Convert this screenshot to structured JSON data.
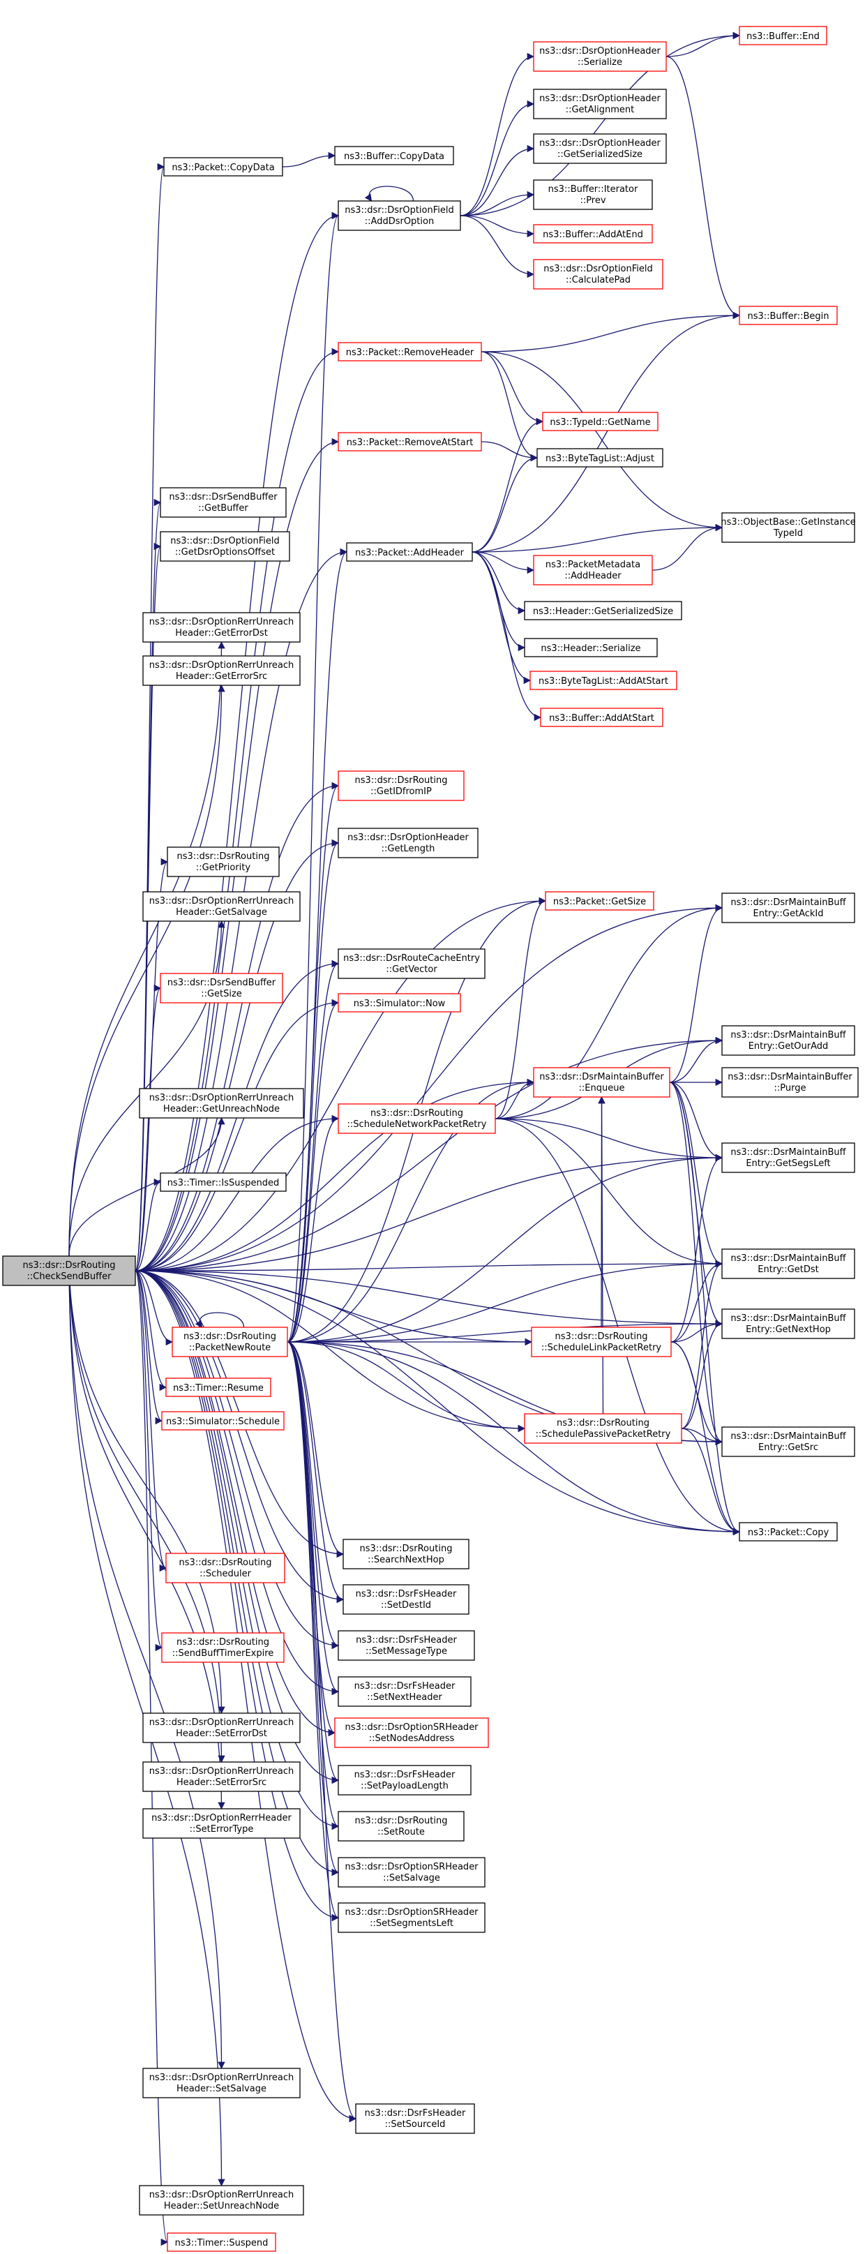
{
  "colors": {
    "edge": "#191970",
    "linked_border": "#000000",
    "external_border": "#ff0000",
    "root_fill": "#bfbfbf"
  },
  "nodes": {
    "root": [
      "ns3::dsr::DsrRouting",
      "::CheckSendBuffer"
    ],
    "copydata": [
      "ns3::Packet::CopyData"
    ],
    "buf_copydata": [
      "ns3::Buffer::CopyData"
    ],
    "adddsroption": [
      "ns3::dsr::DsrOptionField",
      "::AddDsrOption"
    ],
    "serialize_opt": [
      "ns3::dsr::DsrOptionHeader",
      "::Serialize"
    ],
    "buf_end": [
      "ns3::Buffer::End"
    ],
    "getalignment": [
      "ns3::dsr::DsrOptionHeader",
      "::GetAlignment"
    ],
    "getserializedsize_opt": [
      "ns3::dsr::DsrOptionHeader",
      "::GetSerializedSize"
    ],
    "iter_prev": [
      "ns3::Buffer::Iterator",
      "::Prev"
    ],
    "addatend": [
      "ns3::Buffer::AddAtEnd"
    ],
    "calculatepad": [
      "ns3::dsr::DsrOptionField",
      "::CalculatePad"
    ],
    "removeheader": [
      "ns3::Packet::RemoveHeader"
    ],
    "buf_begin": [
      "ns3::Buffer::Begin"
    ],
    "typeid_getname": [
      "ns3::TypeId::GetName"
    ],
    "removeatstart": [
      "ns3::Packet::RemoveAtStart"
    ],
    "bytetaglist_adjust": [
      "ns3::ByteTagList::Adjust"
    ],
    "sb_getbuffer": [
      "ns3::dsr::DsrSendBuffer",
      "::GetBuffer"
    ],
    "getinstancetypeid": [
      "ns3::ObjectBase::GetInstance",
      "TypeId"
    ],
    "getdsroptionsoffset": [
      "ns3::dsr::DsrOptionField",
      "::GetDsrOptionsOffset"
    ],
    "addheader": [
      "ns3::Packet::AddHeader"
    ],
    "pm_addheader": [
      "ns3::PacketMetadata",
      "::AddHeader"
    ],
    "rerr_geterrordst": [
      "ns3::dsr::DsrOptionRerrUnreach",
      "Header::GetErrorDst"
    ],
    "hdr_getserializedsize": [
      "ns3::Header::GetSerializedSize"
    ],
    "rerr_geterrorsrc": [
      "ns3::dsr::DsrOptionRerrUnreach",
      "Header::GetErrorSrc"
    ],
    "hdr_serialize": [
      "ns3::Header::Serialize"
    ],
    "btl_addatstart": [
      "ns3::ByteTagList::AddAtStart"
    ],
    "buf_addatstart": [
      "ns3::Buffer::AddAtStart"
    ],
    "getidfromip": [
      "ns3::dsr::DsrRouting",
      "::GetIDfromIP"
    ],
    "opt_getlength": [
      "ns3::dsr::DsrOptionHeader",
      "::GetLength"
    ],
    "getpriority": [
      "ns3::dsr::DsrRouting",
      "::GetPriority"
    ],
    "pkt_getsize": [
      "ns3::Packet::GetSize"
    ],
    "mb_getackid": [
      "ns3::dsr::DsrMaintainBuff",
      "Entry::GetAckId"
    ],
    "rerr_getsalvage": [
      "ns3::dsr::DsrOptionRerrUnreach",
      "Header::GetSalvage"
    ],
    "rce_getvector": [
      "ns3::dsr::DsrRouteCacheEntry",
      "::GetVector"
    ],
    "sb_getsize": [
      "ns3::dsr::DsrSendBuffer",
      "::GetSize"
    ],
    "sim_now": [
      "ns3::Simulator::Now"
    ],
    "mb_getouradd": [
      "ns3::dsr::DsrMaintainBuff",
      "Entry::GetOurAdd"
    ],
    "mb_enqueue": [
      "ns3::dsr::DsrMaintainBuffer",
      "::Enqueue"
    ],
    "mb_purge": [
      "ns3::dsr::DsrMaintainBuffer",
      "::Purge"
    ],
    "rerr_getunreachnode": [
      "ns3::dsr::DsrOptionRerrUnreach",
      "Header::GetUnreachNode"
    ],
    "schednetretry": [
      "ns3::dsr::DsrRouting",
      "::ScheduleNetworkPacketRetry"
    ],
    "mb_getsegsleft": [
      "ns3::dsr::DsrMaintainBuff",
      "Entry::GetSegsLeft"
    ],
    "timer_issuspended": [
      "ns3::Timer::IsSuspended"
    ],
    "mb_getdst": [
      "ns3::dsr::DsrMaintainBuff",
      "Entry::GetDst"
    ],
    "packetnewroute": [
      "ns3::dsr::DsrRouting",
      "::PacketNewRoute"
    ],
    "schedlinkretry": [
      "ns3::dsr::DsrRouting",
      "::ScheduleLinkPacketRetry"
    ],
    "mb_getnexthop": [
      "ns3::dsr::DsrMaintainBuff",
      "Entry::GetNextHop"
    ],
    "timer_resume": [
      "ns3::Timer::Resume"
    ],
    "sim_schedule": [
      "ns3::Simulator::Schedule"
    ],
    "schedpassiveretry": [
      "ns3::dsr::DsrRouting",
      "::SchedulePassivePacketRetry"
    ],
    "mb_getsrc": [
      "ns3::dsr::DsrMaintainBuff",
      "Entry::GetSrc"
    ],
    "pkt_copy": [
      "ns3::Packet::Copy"
    ],
    "searchnexthop": [
      "ns3::dsr::DsrRouting",
      "::SearchNextHop"
    ],
    "scheduler": [
      "ns3::dsr::DsrRouting",
      "::Scheduler"
    ],
    "fs_setdestid": [
      "ns3::dsr::DsrFsHeader",
      "::SetDestId"
    ],
    "sendbufftimerexpire": [
      "ns3::dsr::DsrRouting",
      "::SendBuffTimerExpire"
    ],
    "fs_setmessagetype": [
      "ns3::dsr::DsrFsHeader",
      "::SetMessageType"
    ],
    "fs_setnextheader": [
      "ns3::dsr::DsrFsHeader",
      "::SetNextHeader"
    ],
    "rerr_seterrordst": [
      "ns3::dsr::DsrOptionRerrUnreach",
      "Header::SetErrorDst"
    ],
    "sr_setnodesaddress": [
      "ns3::dsr::DsrOptionSRHeader",
      "::SetNodesAddress"
    ],
    "rerr_seterrorsrc": [
      "ns3::dsr::DsrOptionRerrUnreach",
      "Header::SetErrorSrc"
    ],
    "fs_setpayloadlength": [
      "ns3::dsr::DsrFsHeader",
      "::SetPayloadLength"
    ],
    "rerrhdr_seterrortype": [
      "ns3::dsr::DsrOptionRerrHeader",
      "::SetErrorType"
    ],
    "setroute": [
      "ns3::dsr::DsrRouting",
      "::SetRoute"
    ],
    "sr_setsalvage": [
      "ns3::dsr::DsrOptionSRHeader",
      "::SetSalvage"
    ],
    "sr_setsegmentsleft": [
      "ns3::dsr::DsrOptionSRHeader",
      "::SetSegmentsLeft"
    ],
    "rerr_setsalvage": [
      "ns3::dsr::DsrOptionRerrUnreach",
      "Header::SetSalvage"
    ],
    "fs_setsourceid": [
      "ns3::dsr::DsrFsHeader",
      "::SetSourceId"
    ],
    "rerr_setunreachnode": [
      "ns3::dsr::DsrOptionRerrUnreach",
      "Header::SetUnreachNode"
    ],
    "timer_suspend": [
      "ns3::Timer::Suspend"
    ]
  }
}
